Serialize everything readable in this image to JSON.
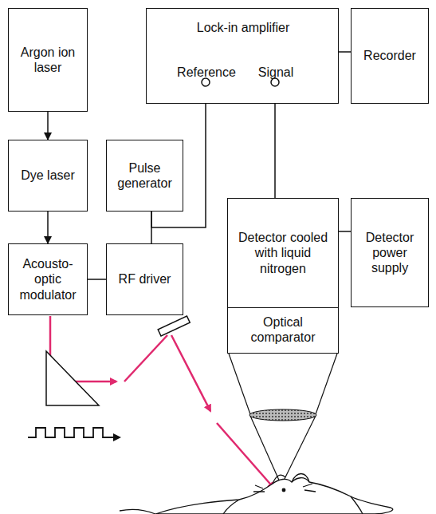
{
  "diagram": {
    "nodes": [
      {
        "text": [
          "Argon ion laser"
        ]
      },
      {
        "text": [
          "Lock-in amplifier",
          "Reference",
          "Signal"
        ]
      },
      {
        "text": [
          "Recorder"
        ]
      },
      {
        "text": [
          "Dye laser"
        ]
      },
      {
        "text": [
          "Pulse generator"
        ]
      },
      {
        "text": [
          "Acousto-optic modulator"
        ]
      },
      {
        "text": [
          "RF driver"
        ]
      },
      {
        "text": [
          "Detector cooled with liquid nitrogen"
        ]
      },
      {
        "text": [
          "Detector power supply"
        ]
      },
      {
        "text": [
          "Optical comparator"
        ]
      }
    ],
    "edges": [
      {
        "from": 0,
        "to": 3,
        "arrow": "to"
      },
      {
        "from": 1,
        "to": 2,
        "arrow": "none"
      },
      {
        "from": 3,
        "to": 5,
        "arrow": "to"
      },
      {
        "from": 4,
        "to": 1,
        "arrow": "none"
      },
      {
        "from": 4,
        "to": 6,
        "arrow": "none"
      },
      {
        "from": 5,
        "to": 6,
        "arrow": "none"
      },
      {
        "from": 1,
        "to": 7,
        "arrow": "none"
      },
      {
        "from": 7,
        "to": 8,
        "arrow": "none"
      }
    ]
  }
}
